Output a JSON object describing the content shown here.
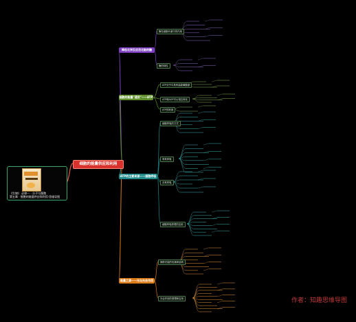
{
  "root": {
    "line1": "《生物》 必修一 · 分子与细胞",
    "line2": "第五章 · 细胞的能量供应和利用·思维导图"
  },
  "center_title": "细胞的能量供应和利用",
  "sections": [
    {
      "label": "降低化学反应活化能的酶",
      "color": "#7b3fbf"
    },
    {
      "label": "细胞的能量\"通货\"——ATP",
      "color": "#5f8f2a"
    },
    {
      "label": "ATP的主要来源——细胞呼吸",
      "color": "#1f8a8a"
    },
    {
      "label": "能量之源——光与光合作用",
      "color": "#d97b16"
    }
  ],
  "subtopics": [
    {
      "label": "酶在细胞代谢中的作用",
      "section": 0
    },
    {
      "label": "酶的特性",
      "section": 0
    },
    {
      "label": "ATP分子中具有高能磷酸键",
      "section": 1
    },
    {
      "label": "ATP和ADP可以相互转化",
      "section": 1
    },
    {
      "label": "ATP的利用",
      "section": 1
    },
    {
      "label": "细胞呼吸的方式",
      "section": 2
    },
    {
      "label": "有氧呼吸",
      "section": 2
    },
    {
      "label": "无氧呼吸",
      "section": 2
    },
    {
      "label": "细胞呼吸原理的应用",
      "section": 2
    },
    {
      "label": "捕获光能的色素和结构",
      "section": 3
    },
    {
      "label": "光合作用的原理和应用",
      "section": 3
    }
  ],
  "watermark": "作者：知趣思维导图"
}
